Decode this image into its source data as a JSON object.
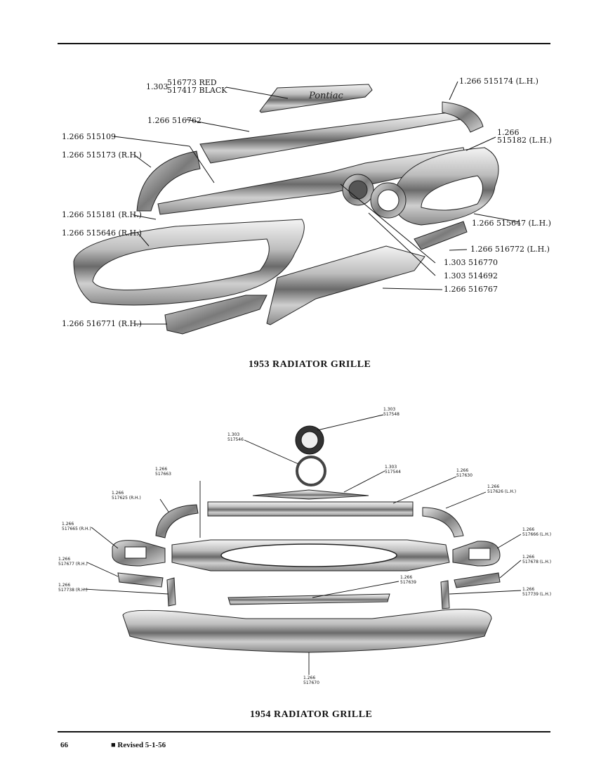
{
  "fig1953": {
    "caption": "1953 RADIATOR GRILLE",
    "labels": {
      "emblem_group": "1.303",
      "emblem_red": "516773 RED",
      "emblem_black": "517417 BLACK",
      "upper_molding": "1.266  516762",
      "top_lh": "1.266  515174 (L.H.)",
      "top_lh_red": "1.266",
      "upper_lh_num": "515182 (L.H.)",
      "bar_rh": "1.266  515109",
      "ext_rh": "1.266  515173 (R.H.)",
      "p515181": "1.266  515181 (R.H.)",
      "p515646": "1.266  515646 (R.H.)",
      "p515647": "1.266  515647 (L.H.)",
      "p516772": "1.266  516772 (L.H.)",
      "p516770": "1.303  516770",
      "p514692": "1.303  514692",
      "p516767": "1.266  516767",
      "p516771": "1.266  516771 (R.H.)"
    }
  },
  "fig1954": {
    "caption": "1954 RADIATOR GRILLE",
    "labels": {
      "l517548_a": "1.303",
      "l517548_b": "517548",
      "l517546_a": "1.303",
      "l517546_b": "517546",
      "l517544_a": "1.303",
      "l517544_b": "517544",
      "l517663_a": "1.266",
      "l517663_b": "517663",
      "l517630_a": "1.266",
      "l517630_b": "517630",
      "l517625_a": "1.266",
      "l517625_b": "517625 (R.H.)",
      "l517626_a": "1.266",
      "l517626_b": "517626 (L.H.)",
      "l517665_a": "1.266",
      "l517665_b": "517665 (R.H.)",
      "l517666_a": "1.266",
      "l517666_b": "517666 (L.H.)",
      "l517677_a": "1.266",
      "l517677_b": "517677 (R.H.)",
      "l517678_a": "1.266",
      "l517678_b": "517678 (L.H.)",
      "l517639_a": "1.266",
      "l517639_b": "517639",
      "l517738_a": "1.266",
      "l517738_b": "517738 (R.H.)",
      "l517739_a": "1.266",
      "l517739_b": "517739 (L.H.)",
      "l517670_a": "1.266",
      "l517670_b": "517670"
    }
  },
  "footer": {
    "page_number": "66",
    "revised": "■ Revised 5-1-56"
  }
}
